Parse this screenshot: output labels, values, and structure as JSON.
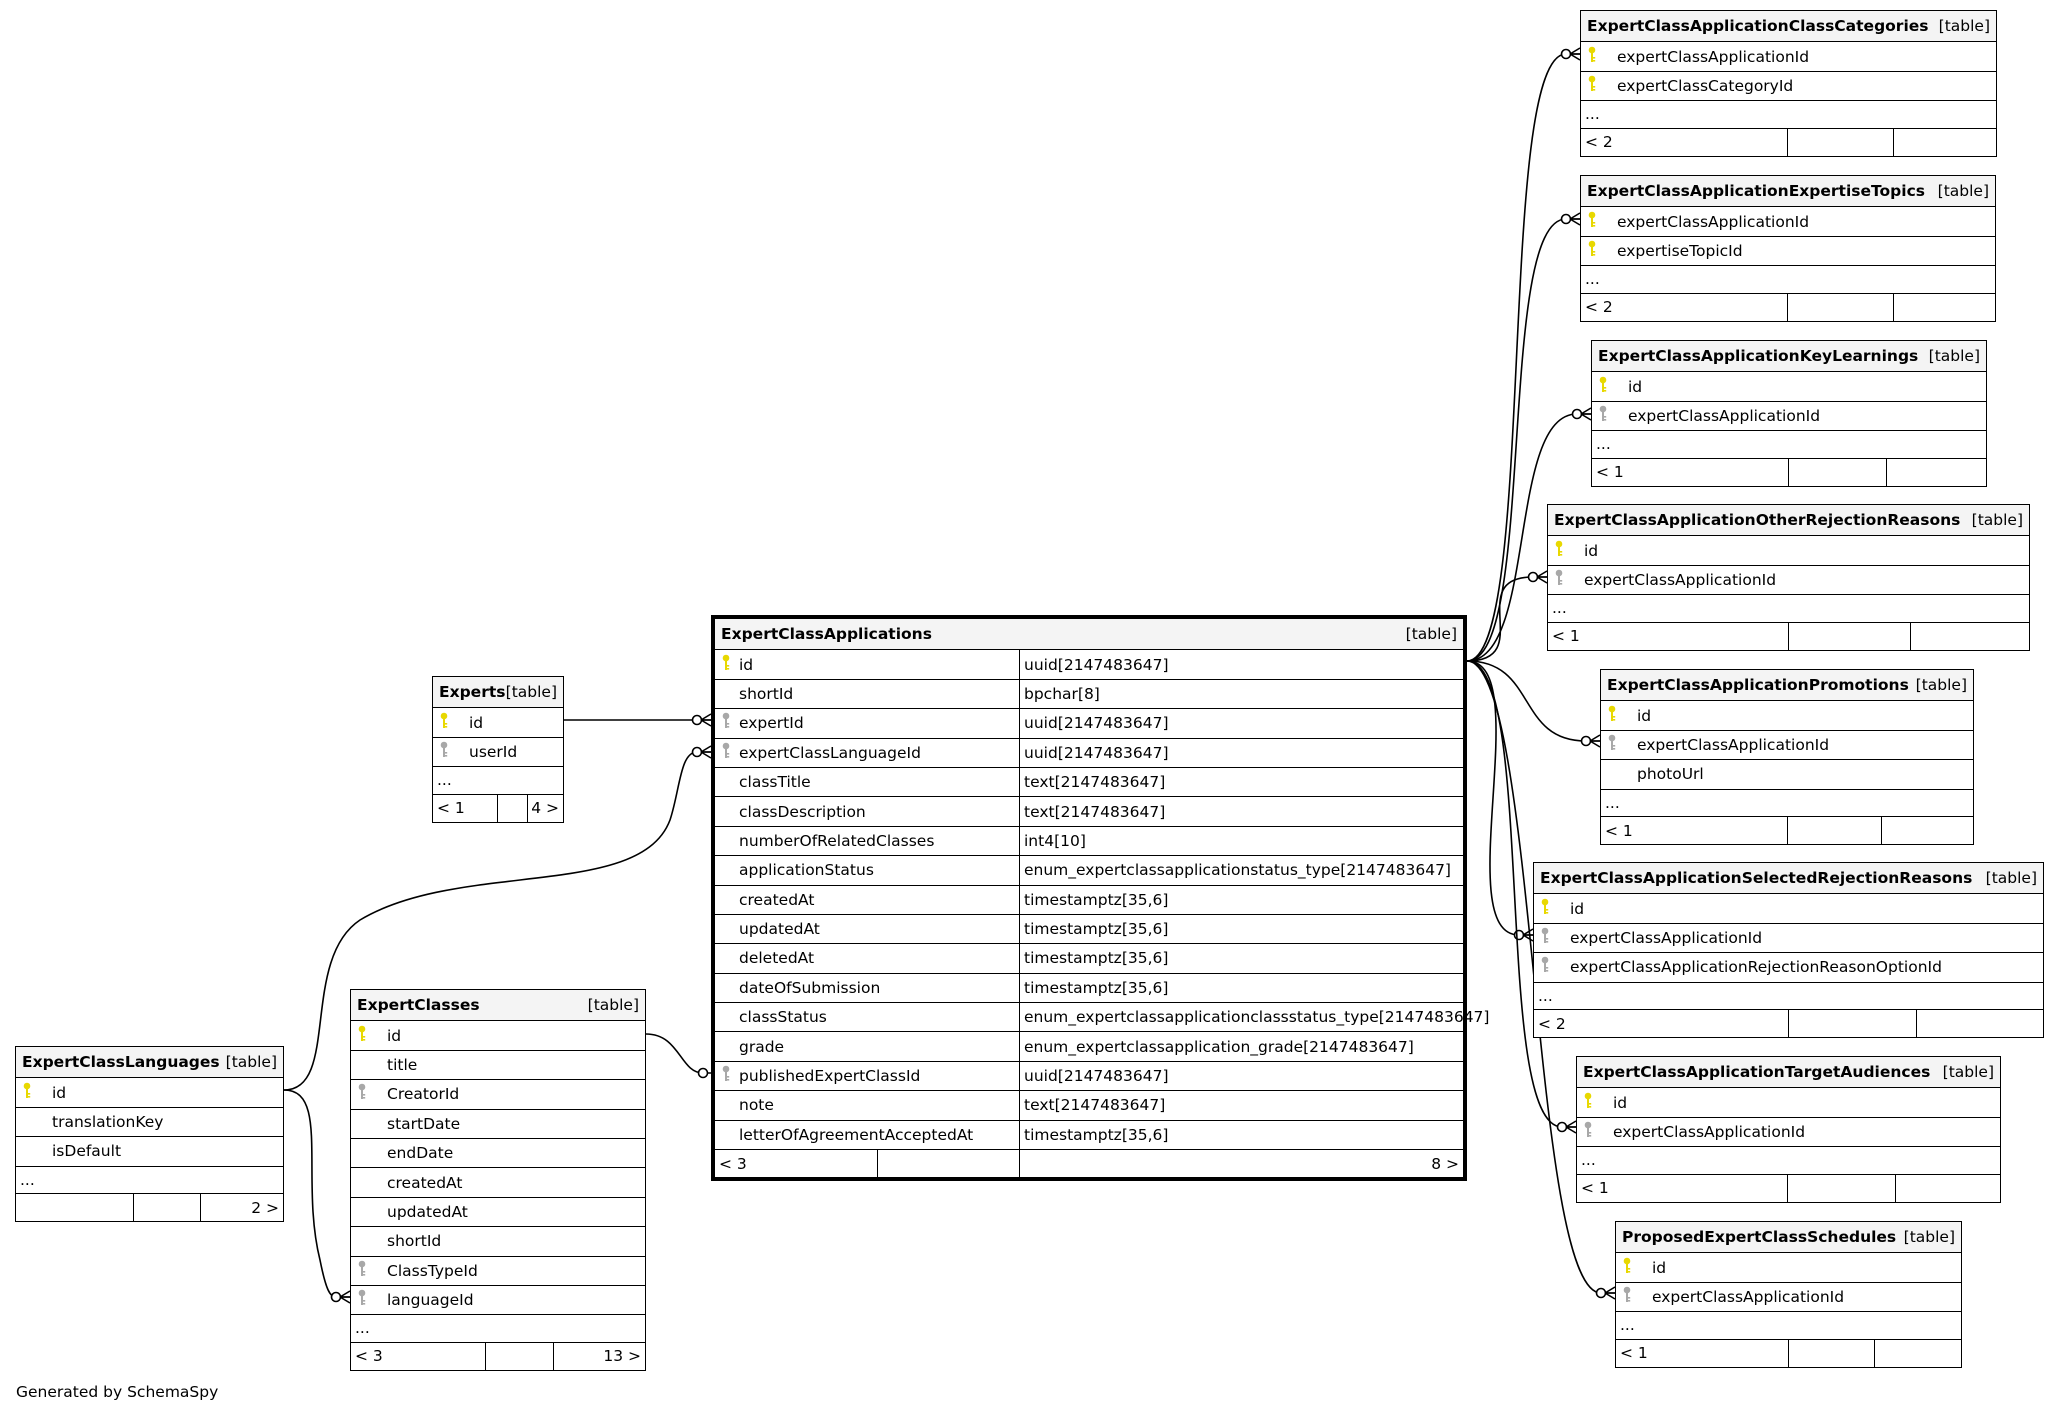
{
  "colors": {
    "pk": "#e8d800",
    "fk": "#a8a8a8",
    "header_bg": "#f4f4f4"
  },
  "footer": "Generated by SchemaSpy",
  "tables": {
    "experts": {
      "name": "Experts",
      "tag": "[table]",
      "columns": [
        {
          "name": "id",
          "key": "pk"
        },
        {
          "name": "userId",
          "key": "fk"
        }
      ],
      "more": "...",
      "parents": "< 1",
      "children": "4 >"
    },
    "applications": {
      "name": "ExpertClassApplications",
      "tag": "[table]",
      "columns": [
        {
          "name": "id",
          "type": "uuid[2147483647]",
          "key": "pk"
        },
        {
          "name": "shortId",
          "type": "bpchar[8]",
          "key": ""
        },
        {
          "name": "expertId",
          "type": "uuid[2147483647]",
          "key": "fk"
        },
        {
          "name": "expertClassLanguageId",
          "type": "uuid[2147483647]",
          "key": "fk"
        },
        {
          "name": "classTitle",
          "type": "text[2147483647]",
          "key": ""
        },
        {
          "name": "classDescription",
          "type": "text[2147483647]",
          "key": ""
        },
        {
          "name": "numberOfRelatedClasses",
          "type": "int4[10]",
          "key": ""
        },
        {
          "name": "applicationStatus",
          "type": "enum_expertclassapplicationstatus_type[2147483647]",
          "key": ""
        },
        {
          "name": "createdAt",
          "type": "timestamptz[35,6]",
          "key": ""
        },
        {
          "name": "updatedAt",
          "type": "timestamptz[35,6]",
          "key": ""
        },
        {
          "name": "deletedAt",
          "type": "timestamptz[35,6]",
          "key": ""
        },
        {
          "name": "dateOfSubmission",
          "type": "timestamptz[35,6]",
          "key": ""
        },
        {
          "name": "classStatus",
          "type": "enum_expertclassapplicationclassstatus_type[2147483647]",
          "key": ""
        },
        {
          "name": "grade",
          "type": "enum_expertclassapplication_grade[2147483647]",
          "key": ""
        },
        {
          "name": "publishedExpertClassId",
          "type": "uuid[2147483647]",
          "key": "fk"
        },
        {
          "name": "note",
          "type": "text[2147483647]",
          "key": ""
        },
        {
          "name": "letterOfAgreementAcceptedAt",
          "type": "timestamptz[35,6]",
          "key": ""
        }
      ],
      "parents": "< 3",
      "children": "8 >"
    },
    "classes": {
      "name": "ExpertClasses",
      "tag": "[table]",
      "columns": [
        {
          "name": "id",
          "key": "pk"
        },
        {
          "name": "title",
          "key": ""
        },
        {
          "name": "CreatorId",
          "key": "fk"
        },
        {
          "name": "startDate",
          "key": ""
        },
        {
          "name": "endDate",
          "key": ""
        },
        {
          "name": "createdAt",
          "key": ""
        },
        {
          "name": "updatedAt",
          "key": ""
        },
        {
          "name": "shortId",
          "key": ""
        },
        {
          "name": "ClassTypeId",
          "key": "fk"
        },
        {
          "name": "languageId",
          "key": "fk"
        }
      ],
      "more": "...",
      "parents": "< 3",
      "children": "13 >"
    },
    "languages": {
      "name": "ExpertClassLanguages",
      "tag": "[table]",
      "columns": [
        {
          "name": "id",
          "key": "pk"
        },
        {
          "name": "translationKey",
          "key": ""
        },
        {
          "name": "isDefault",
          "key": ""
        }
      ],
      "more": "...",
      "parents": "",
      "children": "2 >"
    },
    "classCategories": {
      "name": "ExpertClassApplicationClassCategories",
      "tag": "[table]",
      "columns": [
        {
          "name": "expertClassApplicationId",
          "key": "pk"
        },
        {
          "name": "expertClassCategoryId",
          "key": "pk"
        }
      ],
      "more": "...",
      "parents": "< 2",
      "children": ""
    },
    "expertiseTopics": {
      "name": "ExpertClassApplicationExpertiseTopics",
      "tag": "[table]",
      "columns": [
        {
          "name": "expertClassApplicationId",
          "key": "pk"
        },
        {
          "name": "expertiseTopicId",
          "key": "pk"
        }
      ],
      "more": "...",
      "parents": "< 2",
      "children": ""
    },
    "keyLearnings": {
      "name": "ExpertClassApplicationKeyLearnings",
      "tag": "[table]",
      "columns": [
        {
          "name": "id",
          "key": "pk"
        },
        {
          "name": "expertClassApplicationId",
          "key": "fk"
        }
      ],
      "more": "...",
      "parents": "< 1",
      "children": ""
    },
    "otherRejection": {
      "name": "ExpertClassApplicationOtherRejectionReasons",
      "tag": "[table]",
      "columns": [
        {
          "name": "id",
          "key": "pk"
        },
        {
          "name": "expertClassApplicationId",
          "key": "fk"
        }
      ],
      "more": "...",
      "parents": "< 1",
      "children": ""
    },
    "promotions": {
      "name": "ExpertClassApplicationPromotions",
      "tag": "[table]",
      "columns": [
        {
          "name": "id",
          "key": "pk"
        },
        {
          "name": "expertClassApplicationId",
          "key": "fk"
        },
        {
          "name": "photoUrl",
          "key": ""
        }
      ],
      "more": "...",
      "parents": "< 1",
      "children": ""
    },
    "selectedRejection": {
      "name": "ExpertClassApplicationSelectedRejectionReasons",
      "tag": "[table]",
      "columns": [
        {
          "name": "id",
          "key": "pk"
        },
        {
          "name": "expertClassApplicationId",
          "key": "fk"
        },
        {
          "name": "expertClassApplicationRejectionReasonOptionId",
          "key": "fk"
        }
      ],
      "more": "...",
      "parents": "< 2",
      "children": ""
    },
    "targetAudiences": {
      "name": "ExpertClassApplicationTargetAudiences",
      "tag": "[table]",
      "columns": [
        {
          "name": "id",
          "key": "pk"
        },
        {
          "name": "expertClassApplicationId",
          "key": "fk"
        }
      ],
      "more": "...",
      "parents": "< 1",
      "children": ""
    },
    "schedules": {
      "name": "ProposedExpertClassSchedules",
      "tag": "[table]",
      "columns": [
        {
          "name": "id",
          "key": "pk"
        },
        {
          "name": "expertClassApplicationId",
          "key": "fk"
        }
      ],
      "more": "...",
      "parents": "< 1",
      "children": ""
    }
  }
}
